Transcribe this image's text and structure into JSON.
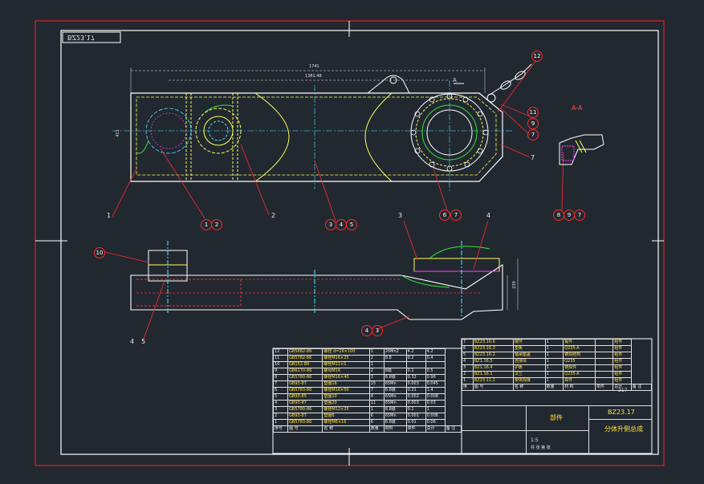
{
  "drawing_code_mirrored": "BZ23.17",
  "section_label": "A-A",
  "callouts": {
    "top_left_1": "1",
    "top_left_2": "2",
    "callout_2": "2",
    "callout_3": "3",
    "callout_4": "4",
    "callout_5": "5",
    "callout_6": "6",
    "callout_7a": "7",
    "callout_12": "12",
    "callout_11": "11",
    "callout_9": "9",
    "callout_7b": "7",
    "callout_8": "8",
    "callout_9b": "9",
    "callout_7c": "7",
    "callout_10": "10",
    "callout_4b": "4",
    "callout_3b": "3"
  },
  "leader_labels": {
    "label_1": "1",
    "label_2": "2",
    "label_7": "7",
    "label_3": "3",
    "label_4": "4",
    "label_4b": "4",
    "label_5": "5",
    "label_A": "A"
  },
  "dimensions": {
    "overall_length": "1741",
    "inner_length": "1381.48",
    "height_left": "411",
    "height_right": "230",
    "width_217": "217"
  },
  "left_table": {
    "rows": [
      [
        "12",
        "GB5882-86",
        "螺栓 d=16×100",
        "1",
        "20Mn2",
        "4.2",
        "4.2"
      ],
      [
        "11",
        "GB5782-86",
        "螺栓M16×25",
        "2",
        "8.8",
        "0.2",
        "0.4"
      ],
      [
        "10",
        "GB152-89",
        "螺栓M11×1",
        "1",
        "",
        "",
        ""
      ],
      [
        "9",
        "GB6170-86",
        "螺母M16",
        "2",
        "8级",
        "0.1",
        "0.5"
      ],
      [
        "8",
        "GB5780-86",
        "螺栓M16×40",
        "3",
        "8.8级",
        "0.32",
        "0.96"
      ],
      [
        "7",
        "GB93-87",
        "垫圈16",
        "15",
        "65Mn",
        "0.003",
        "0.045"
      ],
      [
        "6",
        "GB5783-86",
        "螺栓M16×50",
        "7",
        "8.8级",
        "0.21",
        "1.4"
      ],
      [
        "5",
        "GB93-85",
        "垫圈10",
        "4",
        "65Mn",
        "0.002",
        "0.008"
      ],
      [
        "4",
        "GB93-87",
        "垫圈20",
        "11",
        "65Mn",
        "0.003",
        "0.03"
      ],
      [
        "3",
        "GB5780-86",
        "螺栓M12×25",
        "1",
        "8.8级",
        "0.1",
        "1"
      ],
      [
        "2",
        "GB93-87",
        "垫圈6",
        "6",
        "65Mn",
        "0.001",
        "0.006"
      ],
      [
        "1",
        "GB5783-86",
        "螺栓M6×16",
        "6",
        "8.8级",
        "0.01",
        "0.06"
      ]
    ],
    "footer": [
      "序号",
      "图  号",
      "名    称",
      "数量",
      "材料",
      "单件",
      "总计",
      "备  注"
    ],
    "weight_header": "质量"
  },
  "right_table": {
    "rows": [
      [
        "7",
        "BZ23.16.6",
        "链环",
        "1",
        "锻件",
        "",
        "组件"
      ],
      [
        "6",
        "BZ23.16.3",
        "垫板",
        "1",
        "Q235-A",
        "",
        "组件"
      ],
      [
        "5",
        "BZ23.16.2",
        "轴承座盖",
        "1",
        "铸焊结构",
        "",
        "组件"
      ],
      [
        "4",
        "BZ1.16.5",
        "连接块",
        "1",
        "Q235",
        "",
        "组件"
      ],
      [
        "3",
        "BZ1.16.4",
        "护板",
        "1",
        "铸焊件",
        "",
        "组件"
      ],
      [
        "2",
        "BZ1.16.1",
        "法兰",
        "1",
        "Q235-A",
        "",
        "组件"
      ],
      [
        "1",
        "BZ23.11.1",
        "架体焊接",
        "1",
        "焊件",
        "",
        "组件"
      ]
    ],
    "footer": [
      "序",
      "图 号",
      "名 称",
      "数量",
      "材 料",
      "单件",
      "总计",
      "备 注"
    ],
    "total_weight": "217",
    "weight_label": "质量",
    "title_code": "BZ23.17",
    "title_name": "分体升侧总成",
    "part_label": "部件",
    "scale": "1:5",
    "sheet": "共 张 第 张"
  },
  "colors": {
    "border": "#ff2020",
    "frame": "#ffffff",
    "part": "#ffff55",
    "centerline": "#4fe3ff",
    "green": "#38e838",
    "magenta": "#ff40ff",
    "background": "#212830"
  }
}
